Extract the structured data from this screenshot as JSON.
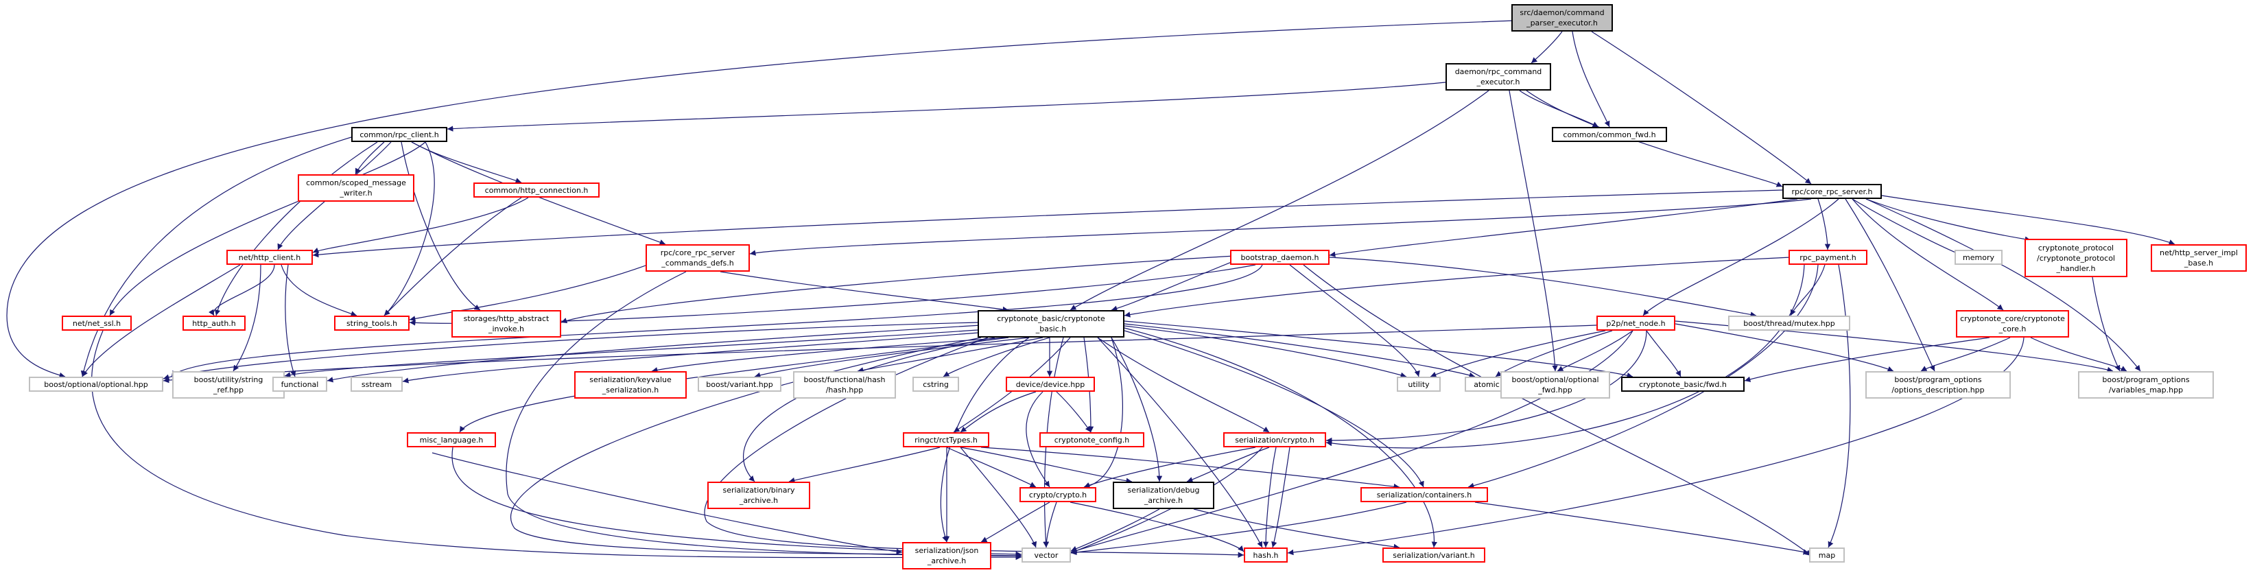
{
  "nodes": {
    "cpe": "src/daemon/command\n_parser_executor.h",
    "rce": "daemon/rpc_command\n_executor.h",
    "rpcclient": "common/rpc_client.h",
    "ccfwd": "common/common_fwd.h",
    "rcs": "rpc/core_rpc_server.h",
    "scoped": "common/scoped_message\n_writer.h",
    "httpconn": "common/http_connection.h",
    "httpclient": "net/http_client.h",
    "defs": "rpc/core_rpc_server\n_commands_defs.h",
    "bootstrap": "bootstrap_daemon.h",
    "memory": "memory",
    "handler": "cryptonote_protocol\n/cryptonote_protocol\n_handler.h",
    "httpimpl": "net/http_server_impl\n_base.h",
    "payment": "rpc_payment.h",
    "netssl": "net/net_ssl.h",
    "httpauth": "http_auth.h",
    "stringtools": "string_tools.h",
    "storages": "storages/http_abstract\n_invoke.h",
    "cnbasic": "cryptonote_basic/cryptonote\n_basic.h",
    "ccore": "cryptonote_core/cryptonote\n_core.h",
    "p2p": "p2p/net_node.h",
    "mutex": "boost/thread/mutex.hpp",
    "optional": "boost/optional/optional.hpp",
    "stringref": "boost/utility/string\n_ref.hpp",
    "functional": "functional",
    "sstream": "sstream",
    "kvser": "serialization/keyvalue\n_serialization.h",
    "variant_hpp": "boost/variant.hpp",
    "hash_hpp": "boost/functional/hash\n/hash.hpp",
    "cstring": "cstring",
    "device": "device/device.hpp",
    "utility": "utility",
    "atomic": "atomic",
    "optfwd": "boost/optional/optional\n_fwd.hpp",
    "cnfwd": "cryptonote_basic/fwd.h",
    "optdesc": "boost/program_options\n/options_description.hpp",
    "varmap": "boost/program_options\n/variables_map.hpp",
    "misclang": "misc_language.h",
    "rctypes": "ringct/rctTypes.h",
    "cnconfig": "cryptonote_config.h",
    "sercrypto": "serialization/crypto.h",
    "serbinary": "serialization/binary\n_archive.h",
    "cryptoh": "crypto/crypto.h",
    "serdebug": "serialization/debug\n_archive.h",
    "sercont": "serialization/containers.h",
    "serjson": "serialization/json\n_archive.h",
    "vector": "vector",
    "hashh": "hash.h",
    "servariant": "serialization/variant.h",
    "map": "map"
  },
  "colors": {
    "edge_blue": "#191970",
    "edge_green": "#006400",
    "border_red": "#ff0000",
    "border_gray": "#c0c0c0",
    "border_black": "#000000",
    "main_fill": "#bfbfbf"
  }
}
